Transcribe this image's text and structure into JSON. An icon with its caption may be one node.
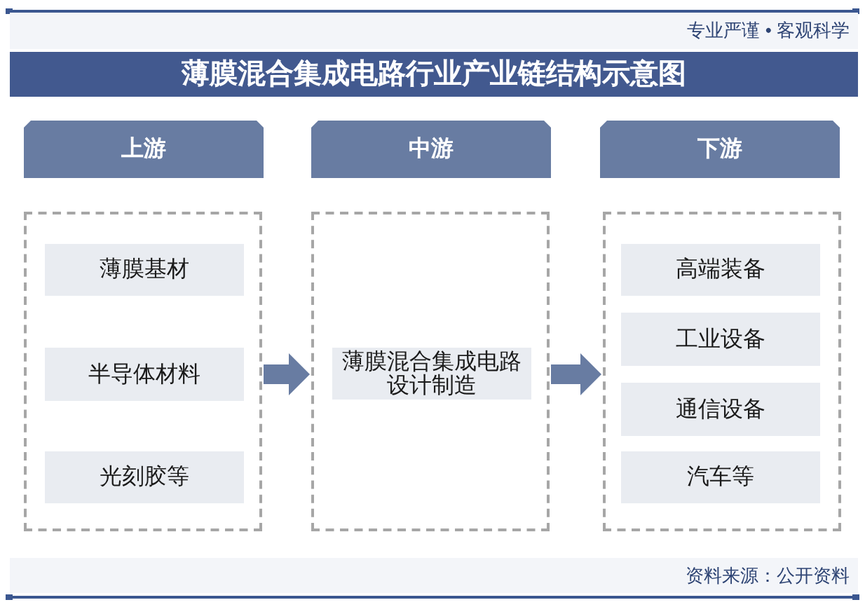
{
  "diagram": {
    "title": "薄膜混合集成电路行业产业链结构示意图",
    "nodes": [
      {
        "text": [
          "上游"
        ]
      },
      {
        "text": [
          "中游"
        ]
      },
      {
        "text": [
          "下游"
        ]
      },
      {
        "text": [],
        "shape": "box"
      },
      {
        "text": [
          "薄膜基材"
        ],
        "in": 3
      },
      {
        "text": [
          "半导体材料"
        ],
        "in": 3
      },
      {
        "text": [
          "光刻胶等"
        ],
        "in": 3
      },
      {
        "text": [],
        "shape": "box"
      },
      {
        "text": [
          "薄膜混合集成电路设计制造"
        ],
        "in": 7
      },
      {
        "text": [],
        "shape": "box"
      },
      {
        "text": [
          "高端装备"
        ],
        "in": 9
      },
      {
        "text": [
          "工业设备"
        ],
        "in": 9
      },
      {
        "text": [
          "通信设备"
        ],
        "in": 9
      },
      {
        "text": [
          "汽车等"
        ],
        "in": 9
      }
    ],
    "edges": [
      {
        "from": 3,
        "to": 7,
        "arrow": "to"
      },
      {
        "from": 7,
        "to": 9,
        "arrow": "to"
      }
    ],
    "labels": [
      "专业严谨 • 客观科学",
      "资料来源：公开资料"
    ]
  }
}
